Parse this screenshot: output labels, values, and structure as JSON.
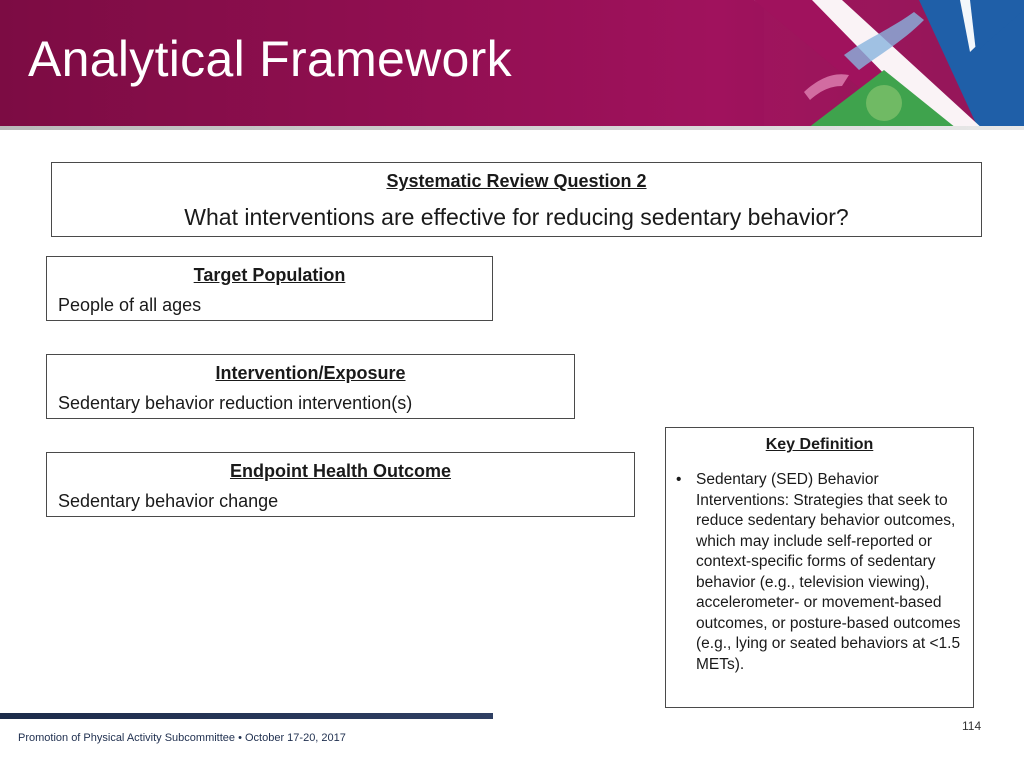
{
  "header": {
    "title": "Analytical Framework"
  },
  "question_box": {
    "heading": "Systematic Review Question 2",
    "question": "What interventions are effective for reducing sedentary behavior?"
  },
  "target_population": {
    "heading": "Target Population",
    "text": "People of all ages"
  },
  "intervention_exposure": {
    "heading": "Intervention/Exposure",
    "text": "Sedentary behavior reduction intervention(s)"
  },
  "endpoint_outcome": {
    "heading": "Endpoint Health Outcome",
    "text": "Sedentary behavior change"
  },
  "key_definition": {
    "heading": "Key Definition",
    "bullet": "•",
    "items": [
      "Sedentary (SED) Behavior Interventions: Strategies that seek to reduce sedentary behavior outcomes, which may include self-reported or context-specific forms of sedentary behavior (e.g., television viewing), accelerometer- or movement-based outcomes, or posture-based outcomes (e.g., lying or seated behaviors at <1.5 METs)."
    ]
  },
  "footer": {
    "text": "Promotion of Physical Activity Subcommittee • October 17-20, 2017",
    "page_number": "114"
  },
  "colors": {
    "header_magenta": "#8e0e4f",
    "header_blue": "#1f5fa8",
    "header_green": "#3fa34d",
    "footer_navy": "#1c2b4a"
  }
}
